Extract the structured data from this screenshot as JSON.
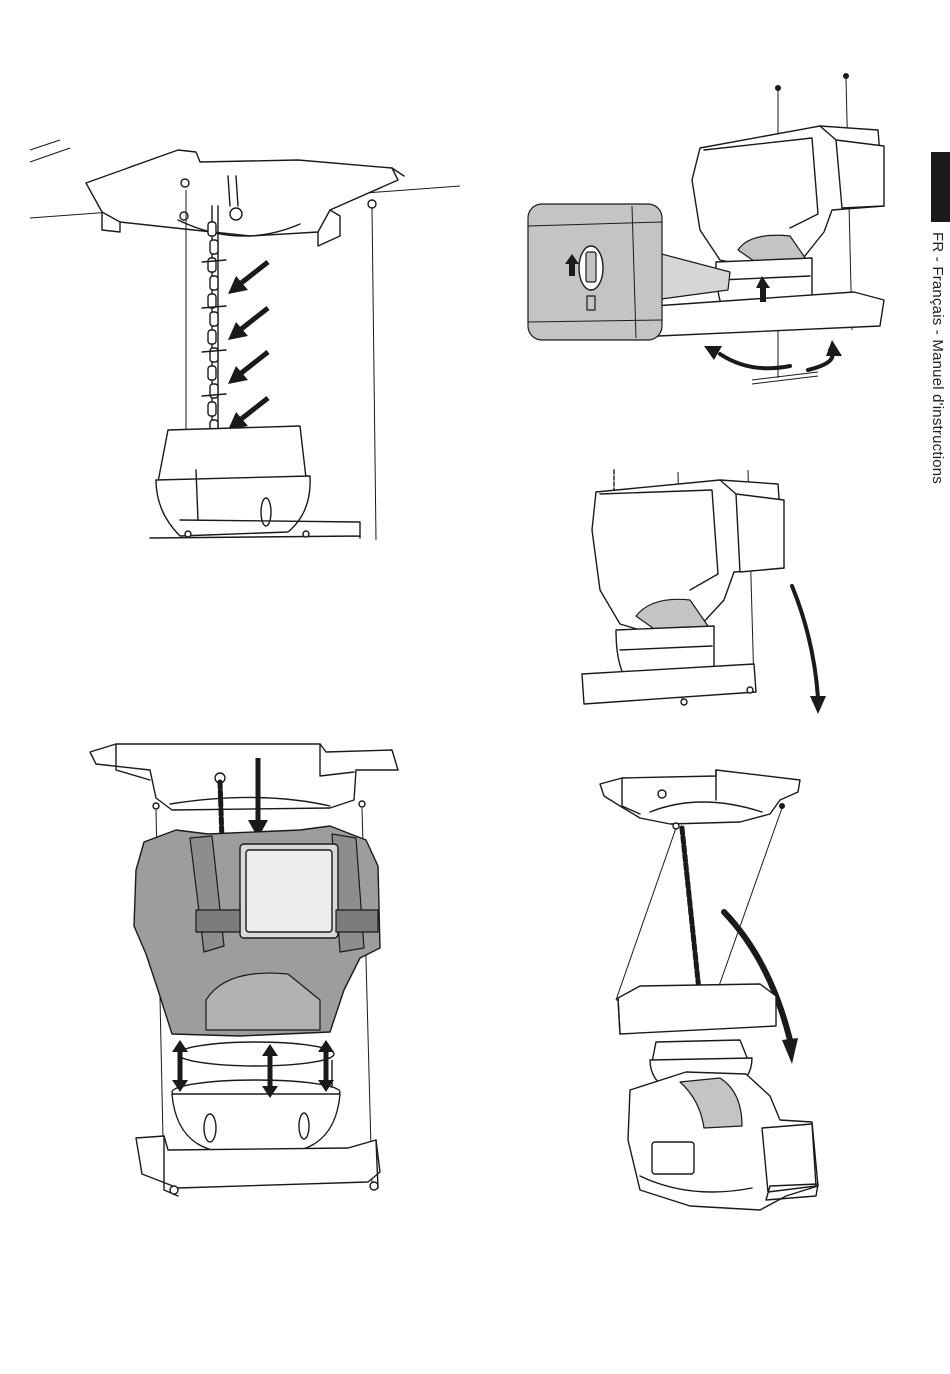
{
  "page": {
    "side_label": "FR - Français - Manuel d'instructions"
  },
  "figures": [
    {
      "id": "fig-chain-ceiling",
      "description_icon": "ceiling-bracket-chain-cable"
    },
    {
      "id": "fig-camera-release",
      "description_icon": "camera-release-detail"
    },
    {
      "id": "fig-camera-tilt",
      "description_icon": "camera-tilt"
    },
    {
      "id": "fig-camera-mount",
      "description_icon": "camera-mount-grey"
    },
    {
      "id": "fig-camera-hang",
      "description_icon": "camera-hanging-chain"
    }
  ],
  "colors": {
    "ink": "#1a1a1a",
    "highlight_grey": "#9d9d9d",
    "light_grey": "#c4c4c4",
    "tab_black": "#1a1a1a"
  }
}
